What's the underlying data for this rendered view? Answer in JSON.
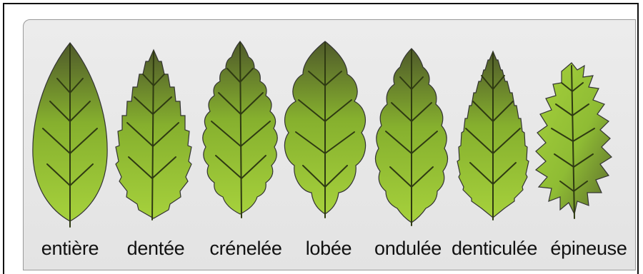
{
  "leaves": [
    {
      "type": "entire",
      "label": "entière"
    },
    {
      "type": "toothed",
      "label": "dentée"
    },
    {
      "type": "crenate",
      "label": "crénelée"
    },
    {
      "type": "lobed",
      "label": "lobée"
    },
    {
      "type": "undulate",
      "label": "ondulée"
    },
    {
      "type": "denticulate",
      "label": "denticulée"
    },
    {
      "type": "spiny",
      "label": "épineuse"
    }
  ],
  "colors": {
    "leaf_top": "#4f5a2a",
    "leaf_mid": "#86b02e",
    "leaf_bottom": "#a6d13c",
    "vein": "#2f3a12",
    "panel": "#e6e6e6"
  }
}
